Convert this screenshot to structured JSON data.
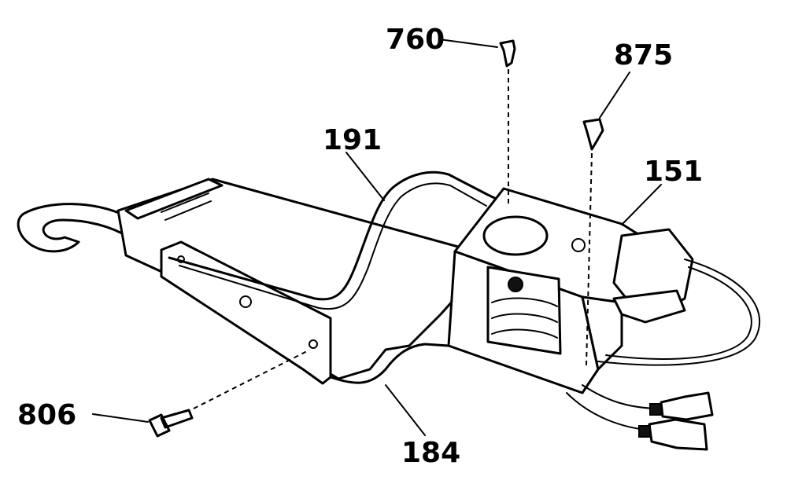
{
  "callouts": {
    "c760": "760",
    "c875": "875",
    "c191": "191",
    "c151": "151",
    "c806": "806",
    "c184": "184"
  }
}
